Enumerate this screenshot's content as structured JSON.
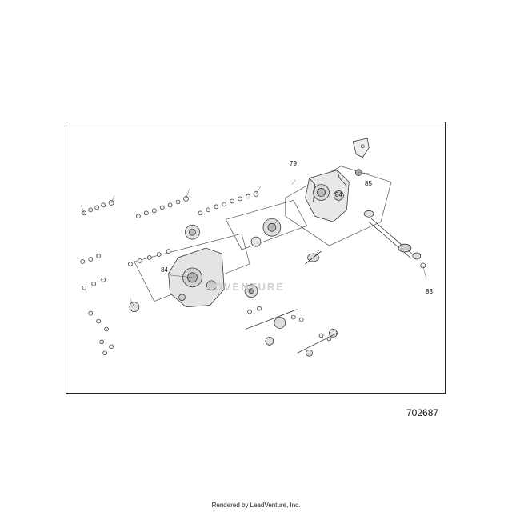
{
  "diagram": {
    "callouts": {
      "c79": "79",
      "c84_top": "84",
      "c85": "85",
      "c84_left": "84",
      "c83": "83"
    },
    "watermark": "ADVENTURE"
  },
  "doc_number": "702687",
  "footer": "Rendered by LeadVenture, Inc."
}
